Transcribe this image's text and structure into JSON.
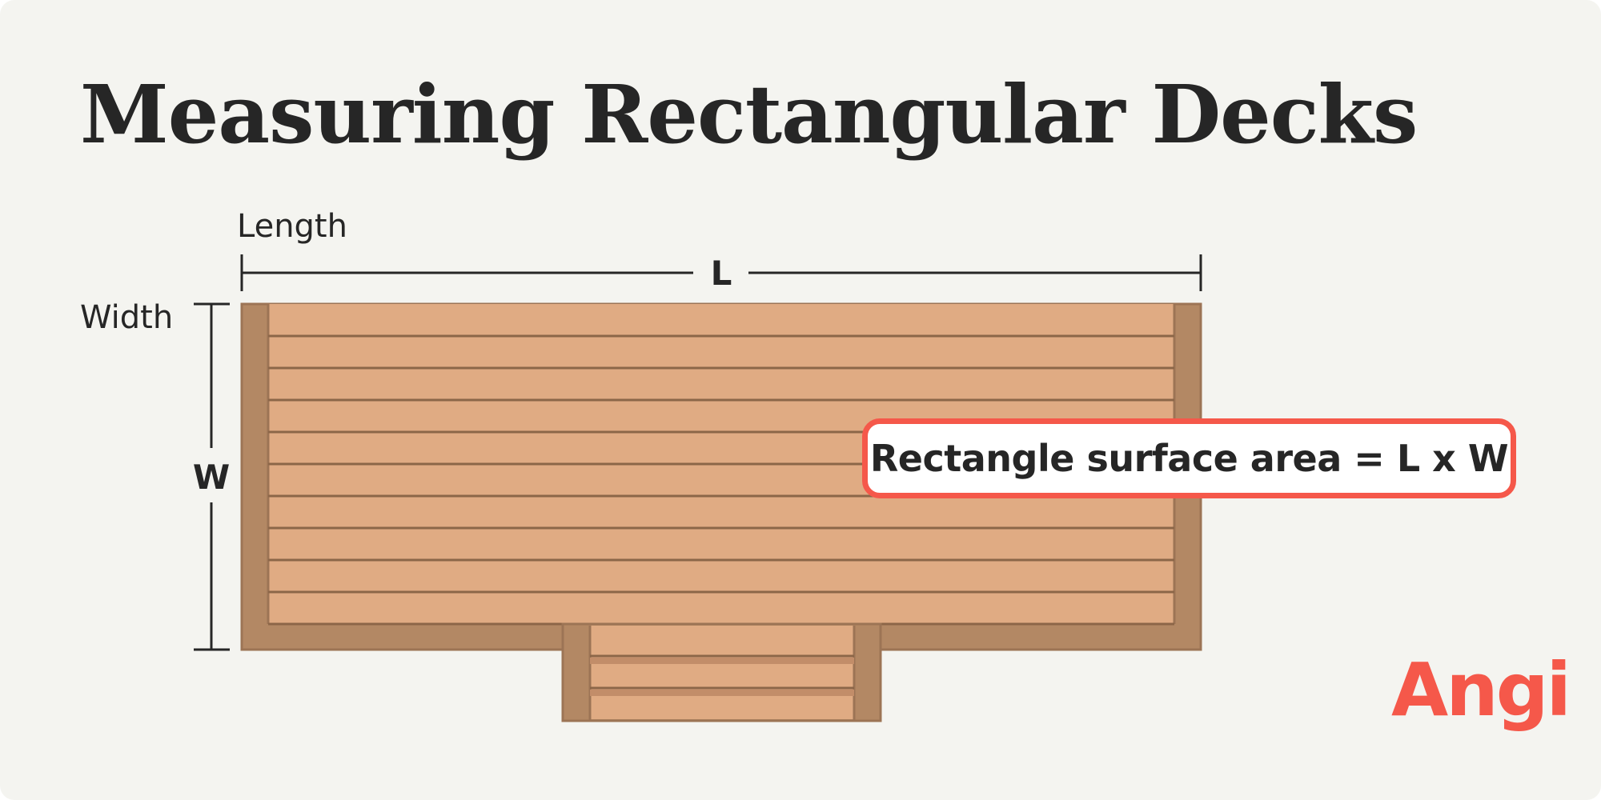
{
  "title": "Measuring Rectangular Decks",
  "labels": {
    "length": "Length",
    "length_symbol": "L",
    "width": "Width",
    "width_symbol": "W"
  },
  "callout": {
    "text": "Rectangle surface area = L x W"
  },
  "brand": {
    "logo": "Angi"
  },
  "colors": {
    "background": "#f4f4f0",
    "deck_board": "#e0ab83",
    "deck_frame": "#b38864",
    "board_line": "#8c6648",
    "text": "#262626",
    "accent": "#f5584a"
  }
}
